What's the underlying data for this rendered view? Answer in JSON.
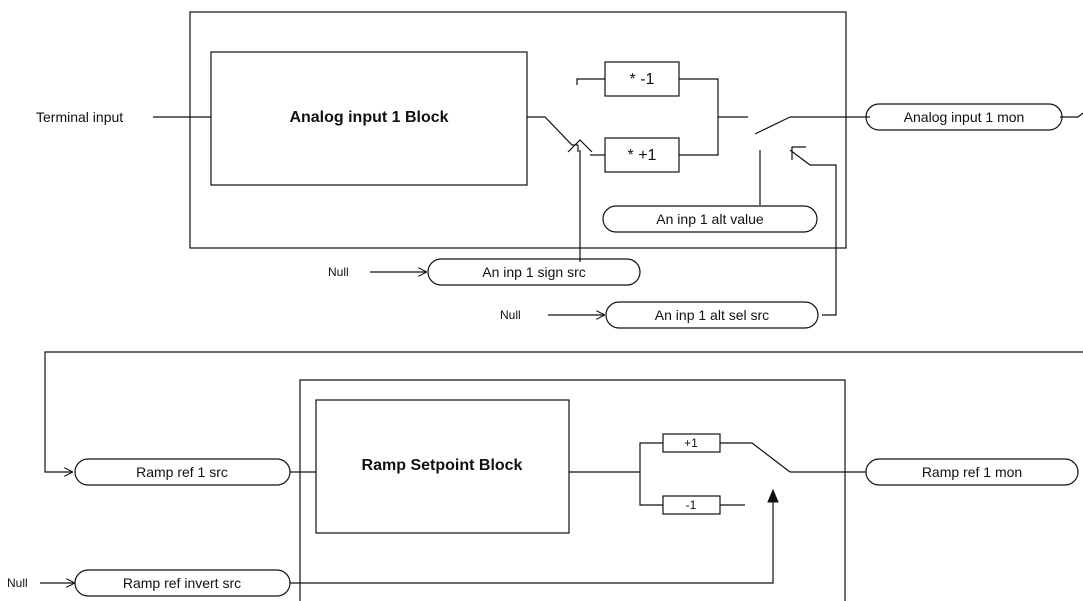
{
  "diagram1": {
    "terminal_input_label": "Terminal input",
    "block_label": "Analog input 1 Block",
    "multiply_neg_label": "* -1",
    "multiply_pos_label": "* +1",
    "output_param": "Analog input 1 mon",
    "alt_value_param": "An inp 1 alt value",
    "sign_src_param": "An inp 1 sign src",
    "alt_sel_src_param": "An inp 1 alt sel src",
    "sign_src_null": "Null",
    "alt_sel_null": "Null"
  },
  "diagram2": {
    "ref_src_param": "Ramp ref 1 src",
    "block_label": "Ramp Setpoint Block",
    "plus_label": "+1",
    "minus_label": "-1",
    "output_param": "Ramp ref 1 mon",
    "invert_src_param": "Ramp ref invert src",
    "invert_null": "Null"
  },
  "colors": {
    "line": "#111111",
    "background": "#ffffff"
  }
}
